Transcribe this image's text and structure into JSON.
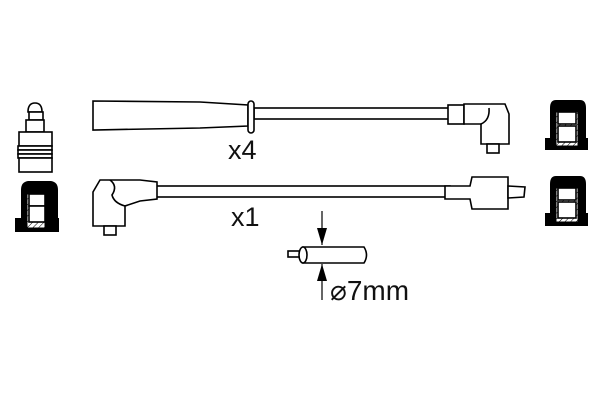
{
  "labels": {
    "quantity_top": "x4",
    "quantity_bottom": "x1",
    "diameter": "⌀7mm"
  },
  "colors": {
    "line": "#000000",
    "background": "#ffffff"
  }
}
